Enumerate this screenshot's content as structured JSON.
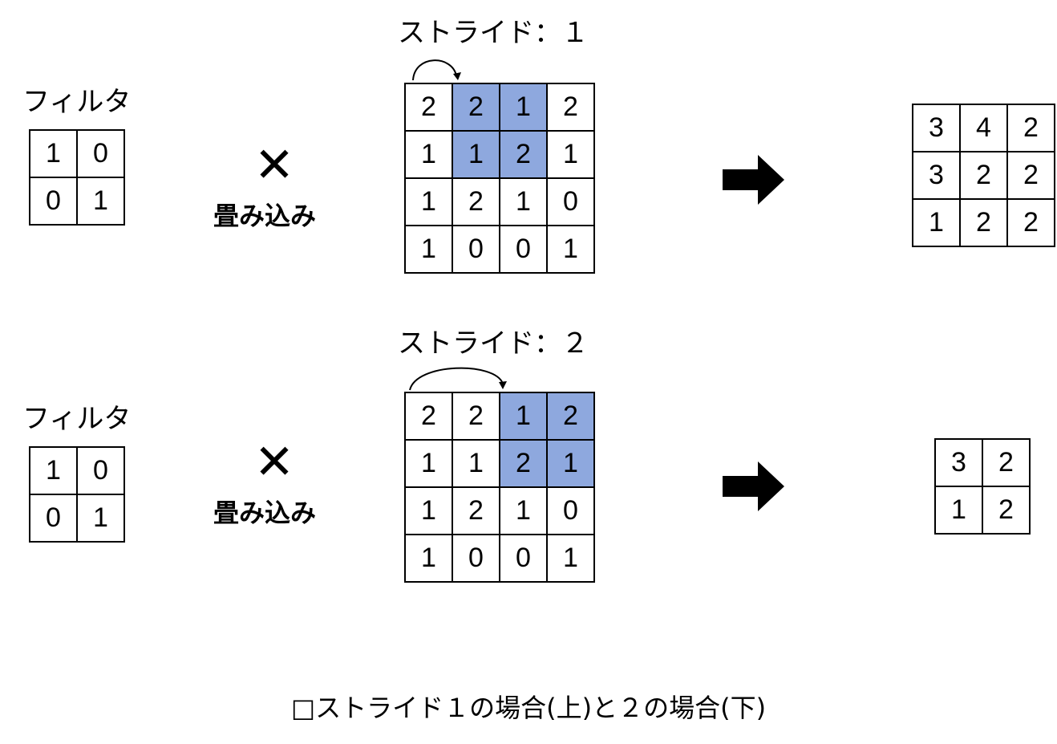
{
  "sections": [
    {
      "filter_label": "フィルタ",
      "filter": [
        [
          "1",
          "0"
        ],
        [
          "0",
          "1"
        ]
      ],
      "op_label": "畳み込み",
      "x_symbol": "✕",
      "stride_label": "ストライド：１",
      "input": [
        [
          "2",
          "2",
          "1",
          "2"
        ],
        [
          "1",
          "1",
          "2",
          "1"
        ],
        [
          "1",
          "2",
          "1",
          "0"
        ],
        [
          "1",
          "0",
          "0",
          "1"
        ]
      ],
      "highlight": [
        [
          0,
          1
        ],
        [
          0,
          2
        ],
        [
          1,
          1
        ],
        [
          1,
          2
        ]
      ],
      "output": [
        [
          "3",
          "4",
          "2"
        ],
        [
          "3",
          "2",
          "2"
        ],
        [
          "1",
          "2",
          "2"
        ]
      ]
    },
    {
      "filter_label": "フィルタ",
      "filter": [
        [
          "1",
          "0"
        ],
        [
          "0",
          "1"
        ]
      ],
      "op_label": "畳み込み",
      "x_symbol": "✕",
      "stride_label": "ストライド：２",
      "input": [
        [
          "2",
          "2",
          "1",
          "2"
        ],
        [
          "1",
          "1",
          "2",
          "1"
        ],
        [
          "1",
          "2",
          "1",
          "0"
        ],
        [
          "1",
          "0",
          "0",
          "1"
        ]
      ],
      "highlight": [
        [
          0,
          2
        ],
        [
          0,
          3
        ],
        [
          1,
          2
        ],
        [
          1,
          3
        ]
      ],
      "output": [
        [
          "3",
          "2"
        ],
        [
          "1",
          "2"
        ]
      ]
    }
  ],
  "caption": "□ストライド１の場合(上)と２の場合(下)"
}
